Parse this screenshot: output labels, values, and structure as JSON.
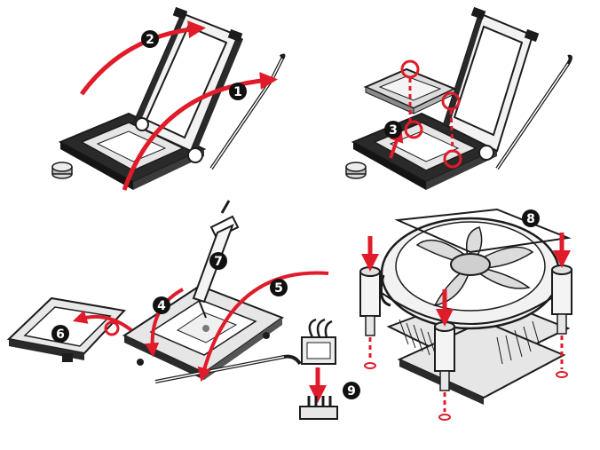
{
  "colors": {
    "accent_red": "#e01b2a",
    "line_dark": "#1c1c1c",
    "metal_light": "#d9d9d9",
    "metal_mid": "#a8a8a8",
    "badge_fill": "#111111",
    "badge_text": "#ffffff"
  },
  "panels": [
    {
      "id": "socket-open-lever",
      "steps": [
        "1",
        "2"
      ]
    },
    {
      "id": "socket-cpu-insert",
      "steps": [
        "3"
      ]
    },
    {
      "id": "socket-thermal-paste",
      "steps": [
        "4",
        "5",
        "6",
        "7"
      ]
    },
    {
      "id": "cooler-install",
      "steps": [
        "8",
        "9"
      ]
    }
  ],
  "step_badges": {
    "s1": "1",
    "s2": "2",
    "s3": "3",
    "s4": "4",
    "s5": "5",
    "s6": "6",
    "s7": "7",
    "s8": "8",
    "s9": "9"
  },
  "icons": [
    "cpu-socket-icon",
    "load-plate-icon",
    "retention-lever-icon",
    "cpu-chip-icon",
    "socket-cap-icon",
    "thermal-paste-syringe-icon",
    "cpu-cooler-icon",
    "push-pin-icon",
    "fan-connector-icon",
    "fan-header-icon",
    "alignment-circle-icon"
  ]
}
